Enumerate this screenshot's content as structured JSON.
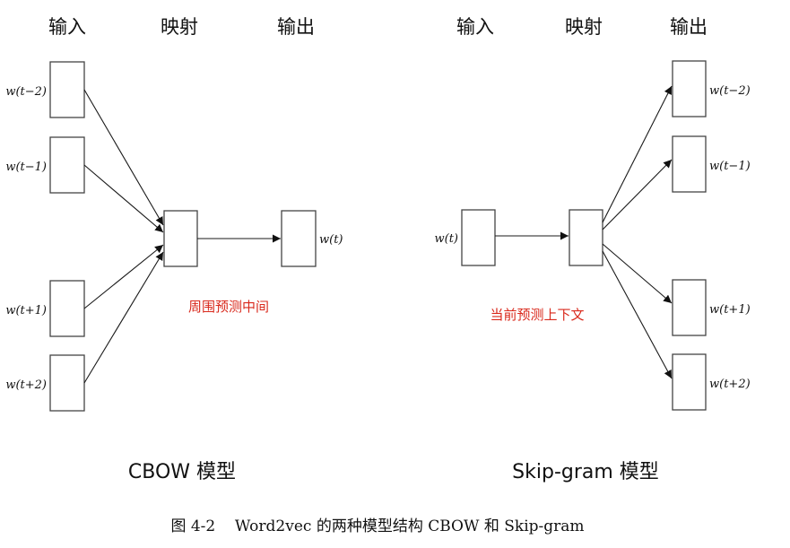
{
  "cbow": {
    "headers": {
      "input": "输入",
      "projection": "映射",
      "output": "输出"
    },
    "inputs": [
      "w(t−2)",
      "w(t−1)",
      "w(t+1)",
      "w(t+2)"
    ],
    "output": "w(t)",
    "note": "周围预测中间",
    "title": "CBOW 模型"
  },
  "skipgram": {
    "headers": {
      "input": "输入",
      "projection": "映射",
      "output": "输出"
    },
    "input": "w(t)",
    "outputs": [
      "w(t−2)",
      "w(t−1)",
      "w(t+1)",
      "w(t+2)"
    ],
    "note": "当前预测上下文",
    "title": "Skip-gram 模型"
  },
  "caption": "图 4-2    Word2vec 的两种模型结构 CBOW 和 Skip-gram"
}
